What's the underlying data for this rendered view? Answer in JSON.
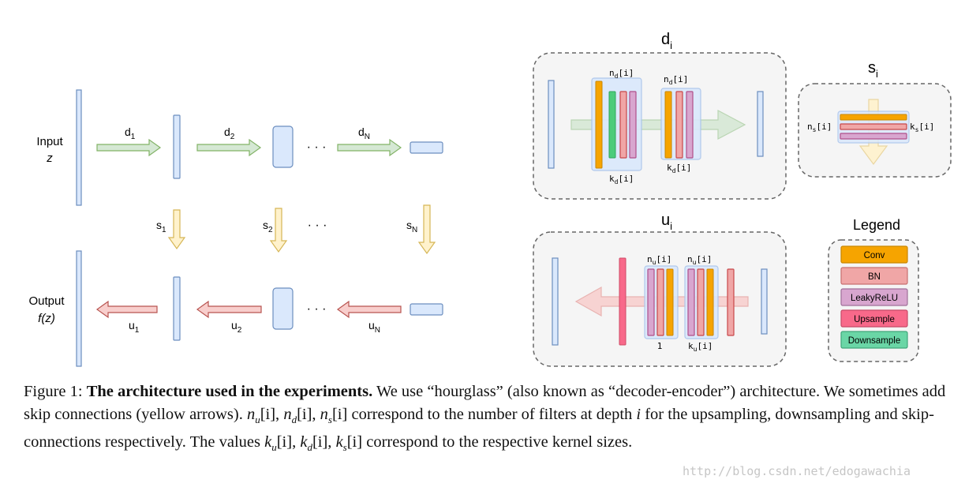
{
  "left": {
    "input_label": "Input",
    "input_var": "z",
    "output_label": "Output",
    "output_var": "f(z)",
    "ellipsis": "· · ·",
    "down_labels": [
      {
        "b": "d",
        "s": "1"
      },
      {
        "b": "d",
        "s": "2"
      },
      {
        "b": "d",
        "s": "N"
      }
    ],
    "skip_labels": [
      {
        "b": "s",
        "s": "1"
      },
      {
        "b": "s",
        "s": "2"
      },
      {
        "b": "s",
        "s": "N"
      }
    ],
    "up_labels": [
      {
        "b": "u",
        "s": "1"
      },
      {
        "b": "u",
        "s": "2"
      },
      {
        "b": "u",
        "s": "N"
      }
    ]
  },
  "d_panel": {
    "title_b": "d",
    "title_s": "i",
    "top_labels": [
      {
        "b": "n",
        "s": "d",
        "t": "[i]"
      },
      {
        "b": "n",
        "s": "d",
        "t": "[i]"
      }
    ],
    "bottom_labels": [
      {
        "b": "k",
        "s": "d",
        "t": "[i]"
      },
      {
        "b": "k",
        "s": "d",
        "t": "[i]"
      }
    ]
  },
  "s_panel": {
    "title_b": "s",
    "title_s": "i",
    "left_label": {
      "b": "n",
      "s": "s",
      "t": "[i]"
    },
    "right_label": {
      "b": "k",
      "s": "s",
      "t": "[i]"
    }
  },
  "u_panel": {
    "title_b": "u",
    "title_s": "i",
    "top_labels": [
      {
        "b": "n",
        "s": "u",
        "t": "[i]"
      },
      {
        "b": "n",
        "s": "u",
        "t": "[i]"
      }
    ],
    "bottom_label_1": "1",
    "bottom_label_2": {
      "b": "k",
      "s": "u",
      "t": "[i]"
    }
  },
  "legend": {
    "title": "Legend",
    "items": [
      {
        "label": "Conv",
        "fill": "#f6a400",
        "stroke": "#c98600"
      },
      {
        "label": "BN",
        "fill": "#f0a6a6",
        "stroke": "#c87070"
      },
      {
        "label": "LeakyReLU",
        "fill": "#d8a6cf",
        "stroke": "#a0709a"
      },
      {
        "label": "Upsample",
        "fill": "#f8698a",
        "stroke": "#c84a68"
      },
      {
        "label": "Downsample",
        "fill": "#6ad6a6",
        "stroke": "#40a67a"
      }
    ]
  },
  "caption": {
    "prefix": "Figure 1: ",
    "bold": "The architecture used in the experiments.",
    "text1": " We use “hourglass” (also known as “decoder-encoder”) architecture. We sometimes add skip connections (yellow arrows). ",
    "math1": "n",
    "math1_sub": "u",
    "math1_tail": "[i], ",
    "math2": "n",
    "math2_sub": "d",
    "math2_tail": "[i], ",
    "math3": "n",
    "math3_sub": "s",
    "math3_tail": "[i]",
    "text2": " correspond to the number of filters at depth ",
    "math_i": "i",
    "text3": " for the upsampling, downsampling and skip-connections respectively. The values ",
    "math4": "k",
    "math4_sub": "u",
    "math4_tail": "[i], ",
    "math5": "k",
    "math5_sub": "d",
    "math5_tail": "[i], ",
    "math6": "k",
    "math6_sub": "s",
    "math6_tail": "[i]",
    "text4": " correspond to the respective kernel sizes."
  },
  "watermark": "http://blog.csdn.net/edogawachia",
  "colors": {
    "blue_fill": "#dae8fc",
    "blue_stroke": "#6c8ebf",
    "green_fill": "#d5e8d4",
    "green_stroke": "#82b366",
    "yellow_fill": "#fff2cc",
    "yellow_stroke": "#d6b656",
    "red_fill": "#f8cecc",
    "red_stroke": "#b85450",
    "panel_fill": "#f5f5f5",
    "panel_stroke": "#666666"
  }
}
